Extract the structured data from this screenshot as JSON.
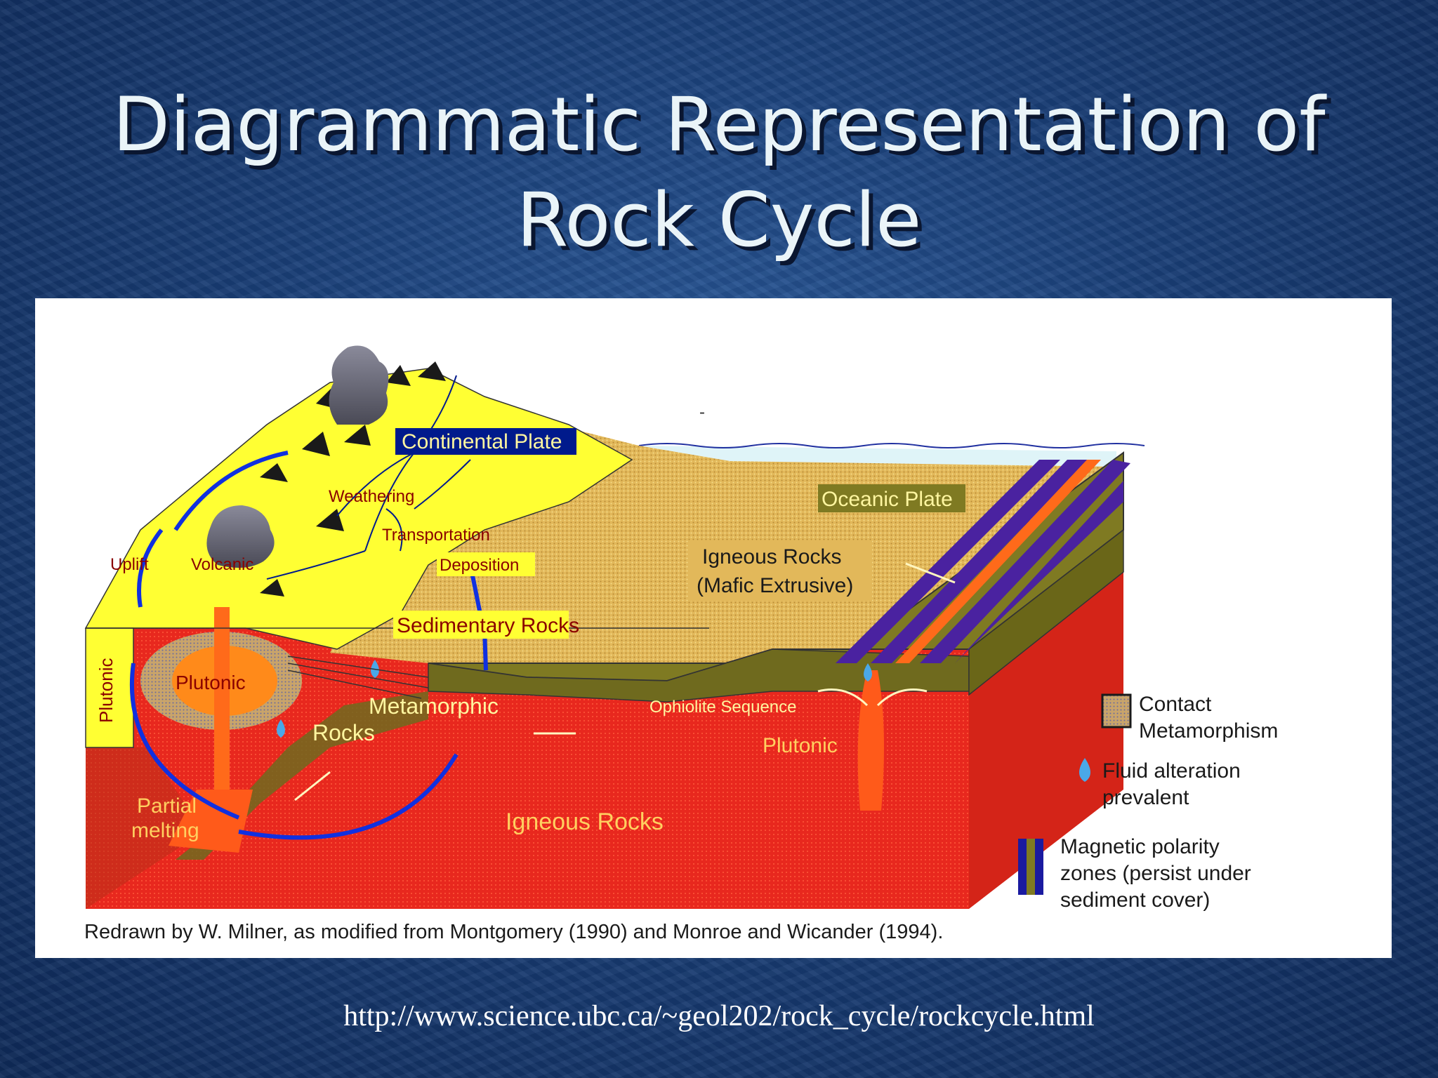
{
  "slide": {
    "title_line1": "Diagrammatic Representation of",
    "title_line2": "Rock Cycle",
    "url": "http://www.science.ubc.ca/~geol202/rock_cycle/rockcycle.html"
  },
  "diagram": {
    "labels": {
      "continental_plate": "Continental Plate",
      "weathering": "Weathering",
      "transportation": "Transportation",
      "deposition": "Deposition",
      "uplift": "Uplift",
      "volcanic": "Volcanic",
      "sedimentary_rocks": "Sedimentary Rocks",
      "plutonic_side": "Plutonic",
      "plutonic_body": "Plutonic",
      "metamorphic": "Metamorphic",
      "rocks": "Rocks",
      "partial": "Partial",
      "melting": "melting",
      "igneous_rocks": "Igneous Rocks",
      "oceanic_plate": "Oceanic Plate",
      "igneous_mafic_line1": "Igneous Rocks",
      "igneous_mafic_line2": "(Mafic Extrusive)",
      "ophiolite_sequence": "Ophiolite  Sequence",
      "plutonic_ridge": "Plutonic",
      "dash_mark": "-"
    },
    "legend": {
      "contact_line1": "Contact",
      "contact_line2": "Metamorphism",
      "fluid_line1": "Fluid alteration",
      "fluid_line2": "prevalent",
      "magnetic_line1": "Magnetic polarity",
      "magnetic_line2": "zones (persist under",
      "magnetic_line3": "sediment cover)"
    },
    "credit": "Redrawn by W. Milner, as modified from Montgomery (1990) and Monroe and Wicander (1994).",
    "colors": {
      "continent_yellow": "#ffff33",
      "sediment_tan": "#e2b85a",
      "mantle_red": "#e8281e",
      "front_dark_red": "#b81e10",
      "oceanic_olive": "#7f7a22",
      "magnetic_purple": "#4a22a0",
      "label_blue": "#001a8c",
      "arrow_blue": "#1030e0"
    }
  }
}
